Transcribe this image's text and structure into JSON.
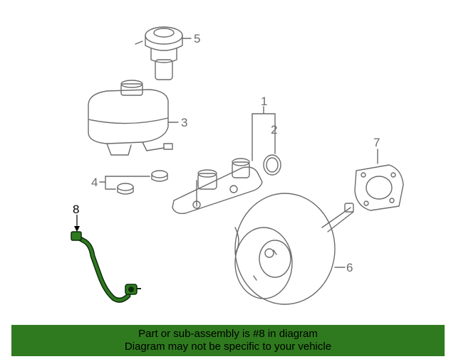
{
  "diagram": {
    "callouts": [
      {
        "id": "1",
        "label": "1"
      },
      {
        "id": "2",
        "label": "2"
      },
      {
        "id": "3",
        "label": "3"
      },
      {
        "id": "4",
        "label": "4"
      },
      {
        "id": "5",
        "label": "5"
      },
      {
        "id": "6",
        "label": "6"
      },
      {
        "id": "7",
        "label": "7"
      },
      {
        "id": "8",
        "label": "8"
      }
    ],
    "highlight_color": "#2f7a1e",
    "line_color": "#6b6b6b"
  },
  "banner": {
    "line1": "Part or sub-assembly is #8 in diagram",
    "line2": "Diagram may not be specific to your vehicle"
  }
}
